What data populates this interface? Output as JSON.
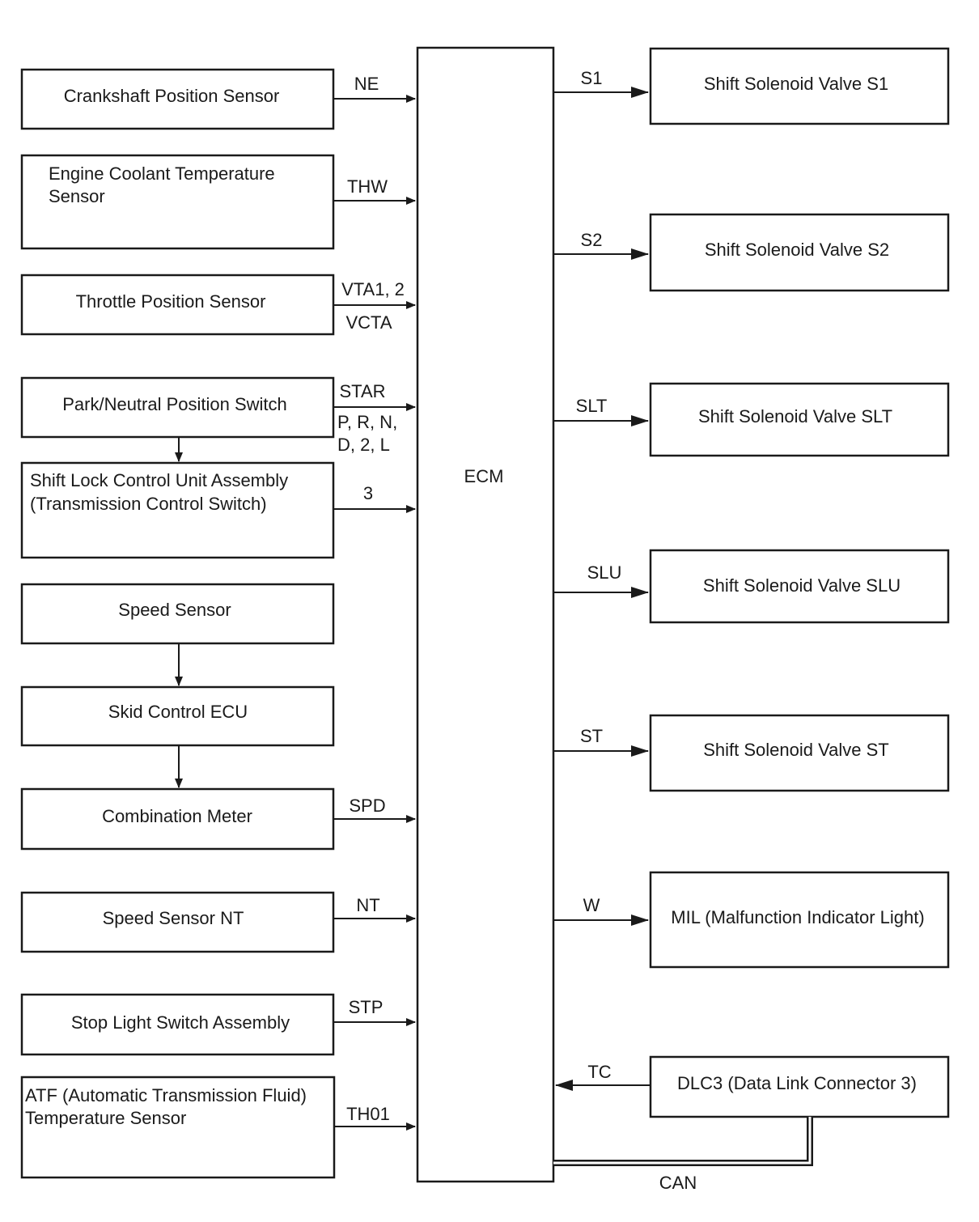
{
  "ecm": {
    "label": "ECM"
  },
  "inputs": {
    "crankshaft": {
      "label": "Crankshaft Position Sensor",
      "signal": "NE"
    },
    "coolant": {
      "line1": "Engine Coolant Temperature",
      "line2": "Sensor",
      "signal": "THW"
    },
    "throttle": {
      "label": "Throttle Position Sensor",
      "signal1": "VTA1, 2",
      "signal2": "VCTA"
    },
    "park_neutral": {
      "label": "Park/Neutral Position Switch",
      "signal1": "STAR",
      "signal2": "P, R, N,",
      "signal3": "D, 2, L"
    },
    "shift_lock": {
      "line1": "Shift Lock Control Unit Assembly",
      "line2": "(Transmission Control Switch)",
      "signal": "3"
    },
    "speed_sensor": {
      "label": "Speed Sensor"
    },
    "skid_ecu": {
      "label": "Skid Control ECU"
    },
    "combination_meter": {
      "label": "Combination Meter",
      "signal": "SPD"
    },
    "speed_sensor_nt": {
      "label": "Speed Sensor NT",
      "signal": "NT"
    },
    "stop_light": {
      "label": "Stop Light Switch Assembly",
      "signal": "STP"
    },
    "atf_temp": {
      "line1": "ATF (Automatic Transmission Fluid)",
      "line2": "Temperature Sensor",
      "signal": "TH01"
    }
  },
  "outputs": {
    "s1": {
      "label": "Shift Solenoid Valve S1",
      "signal": "S1"
    },
    "s2": {
      "label": "Shift Solenoid Valve S2",
      "signal": "S2"
    },
    "slt": {
      "label": "Shift Solenoid Valve SLT",
      "signal": "SLT"
    },
    "slu": {
      "label": "Shift Solenoid Valve SLU",
      "signal": "SLU"
    },
    "st": {
      "label": "Shift Solenoid Valve ST",
      "signal": "ST"
    },
    "mil": {
      "label": "MIL (Malfunction Indicator Light)",
      "signal": "W"
    },
    "dlc3": {
      "label": "DLC3 (Data Link Connector 3)",
      "signal": "TC",
      "bus": "CAN"
    }
  }
}
